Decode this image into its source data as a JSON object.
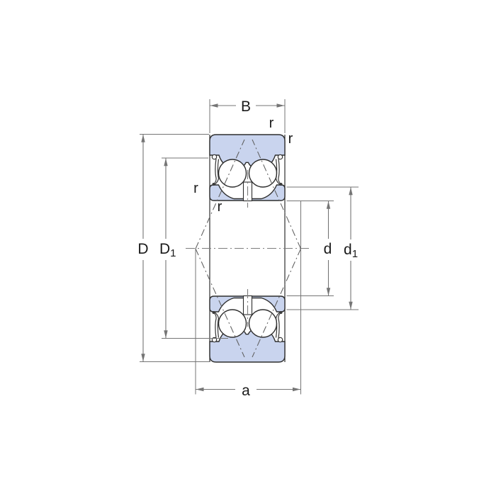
{
  "drawing": {
    "kind": "double-row angular contact ball bearing cross-section",
    "labels": {
      "width": "B",
      "outer_diameter": "D",
      "outer_shoulder_diameter": {
        "base": "D",
        "sub": "1"
      },
      "bore_diameter": "d",
      "inner_shoulder_diameter": {
        "base": "d",
        "sub": "1"
      },
      "load_center_distance": "a",
      "chamfer_radius": "r"
    },
    "colors": {
      "ring_fill": "#c9d4ee",
      "outline": "#2e2e2e",
      "dimension_lines": "#757575",
      "text": "#1a1a1a",
      "background": "#ffffff"
    }
  }
}
